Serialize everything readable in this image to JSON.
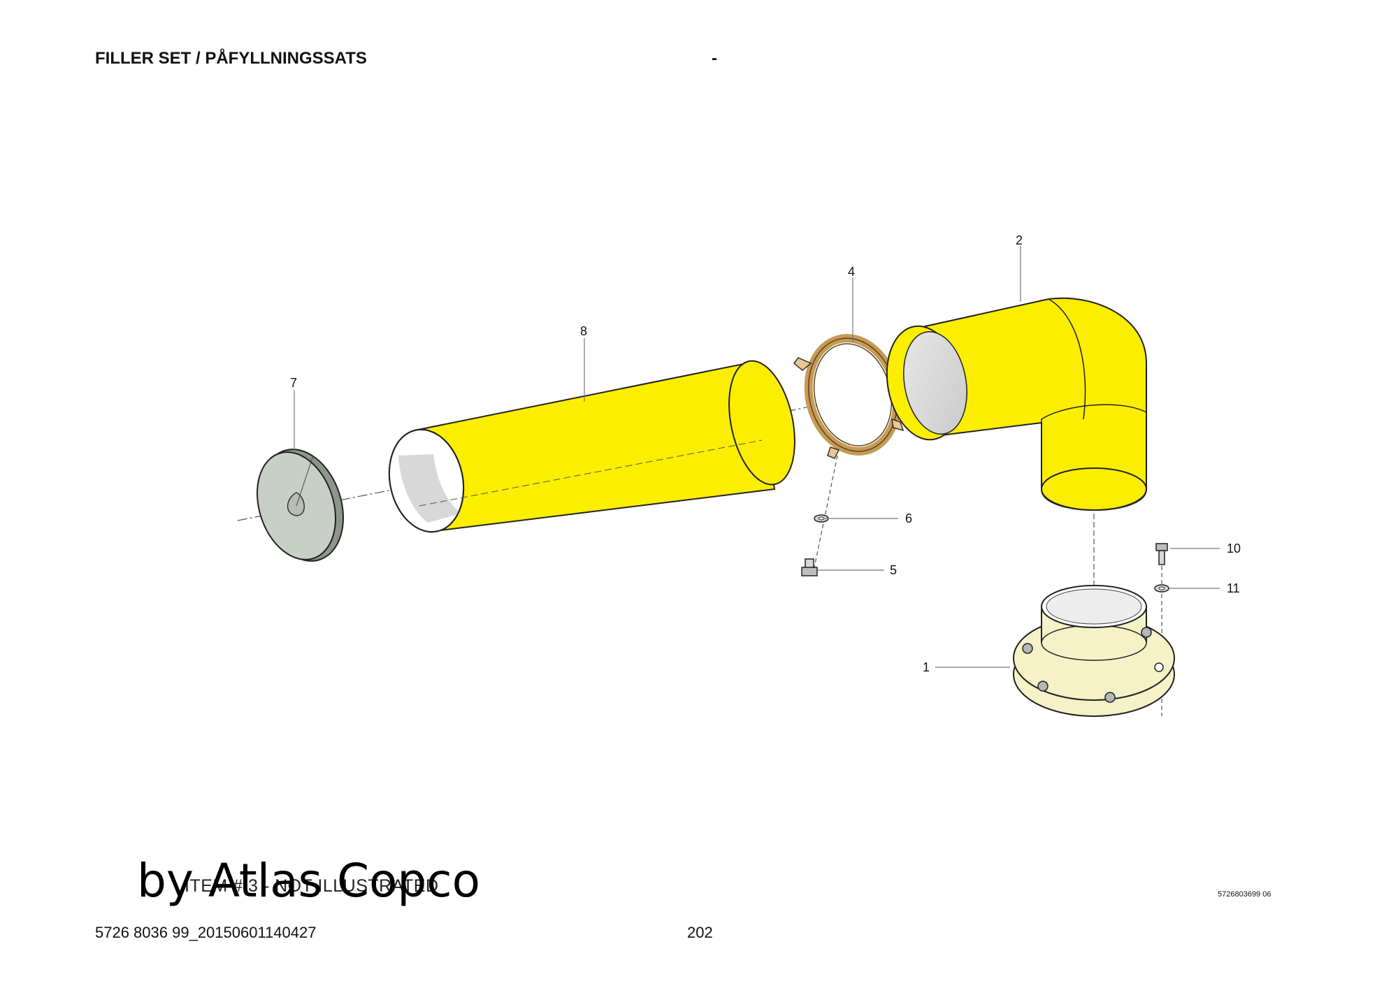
{
  "header": {
    "title": "FILLER SET / PÅFYLLNINGSSATS",
    "dash": "-"
  },
  "callouts": {
    "c1": "1",
    "c2": "2",
    "c4": "4",
    "c5": "5",
    "c6": "6",
    "c7": "7",
    "c8": "8",
    "c10": "10",
    "c11": "11"
  },
  "notes": {
    "not_illustrated": "ITEM # 3 - NOT ILLUSTRATED",
    "drawing_ref": "5726803699 06"
  },
  "footer": {
    "doc_code": "5726 8036 99_20150601140427",
    "page_number": "202"
  },
  "watermark": "by Atlas Copco",
  "colors": {
    "pipe_yellow": "#fbee00",
    "flange": "#f5f2c8",
    "cover_grey": "#c8cfc6",
    "clamp": "#e9c893"
  }
}
